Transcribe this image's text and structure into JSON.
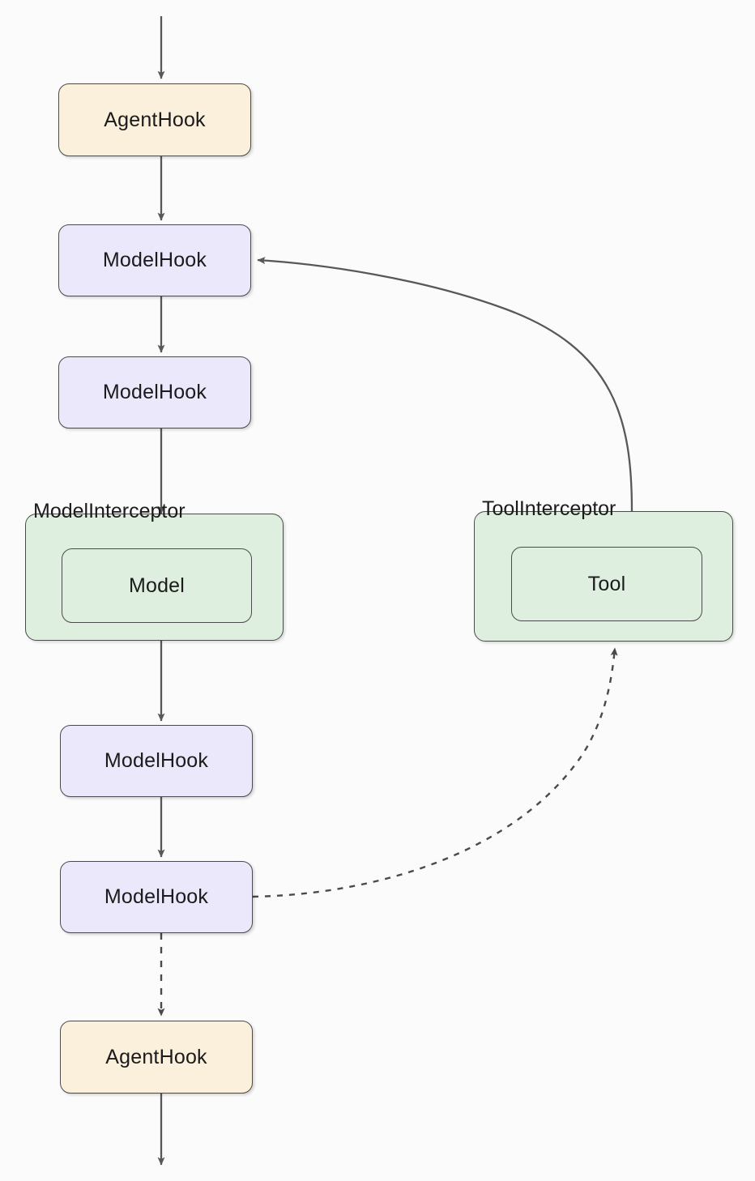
{
  "diagram": {
    "title": "Agent hook and interceptor execution flow",
    "type": "flowchart",
    "direction": "top-to-bottom",
    "background_color": "#fbfbfb"
  },
  "colors": {
    "agent_hook_fill": "#faf0dc",
    "model_hook_fill": "#ece8fb",
    "interceptor_fill": "#deefdf",
    "node_border": "#4b4b4b",
    "edge_stroke": "#58585b",
    "label_text": "#1b1b1b"
  },
  "nodes": {
    "agent_hook_top": {
      "label": "AgentHook",
      "kind": "agent-hook"
    },
    "model_hook_1": {
      "label": "ModelHook",
      "kind": "model-hook"
    },
    "model_hook_2": {
      "label": "ModelHook",
      "kind": "model-hook"
    },
    "model_interceptor": {
      "label": "ModelInterceptor",
      "kind": "interceptor"
    },
    "model": {
      "label": "Model",
      "kind": "leaf"
    },
    "tool_interceptor": {
      "label": "ToolInterceptor",
      "kind": "interceptor"
    },
    "tool": {
      "label": "Tool",
      "kind": "leaf"
    },
    "model_hook_3": {
      "label": "ModelHook",
      "kind": "model-hook"
    },
    "model_hook_4": {
      "label": "ModelHook",
      "kind": "model-hook"
    },
    "agent_hook_bottom": {
      "label": "AgentHook",
      "kind": "agent-hook"
    }
  },
  "edges": [
    {
      "id": "entry",
      "from": "",
      "to": "agent_hook_top",
      "style": "solid",
      "arrow": "end"
    },
    {
      "id": "agent-top-to-mh1",
      "from": "agent_hook_top",
      "to": "model_hook_1",
      "style": "solid",
      "arrow": "end"
    },
    {
      "id": "mh1-to-mh2",
      "from": "model_hook_1",
      "to": "model_hook_2",
      "style": "solid",
      "arrow": "end"
    },
    {
      "id": "mh2-to-model-interceptor",
      "from": "model_hook_2",
      "to": "model_interceptor",
      "style": "solid",
      "arrow": "end"
    },
    {
      "id": "model-interceptor-to-mh3",
      "from": "model_interceptor",
      "to": "model_hook_3",
      "style": "solid",
      "arrow": "end"
    },
    {
      "id": "mh3-to-mh4",
      "from": "model_hook_3",
      "to": "model_hook_4",
      "style": "solid",
      "arrow": "end"
    },
    {
      "id": "mh4-to-agent-bottom",
      "from": "model_hook_4",
      "to": "agent_hook_bottom",
      "style": "dashed",
      "arrow": "end"
    },
    {
      "id": "mh4-to-tool-interceptor",
      "from": "model_hook_4",
      "to": "tool_interceptor",
      "style": "dashed",
      "arrow": "end",
      "curved": true
    },
    {
      "id": "tool-interceptor-to-mh1",
      "from": "tool_interceptor",
      "to": "model_hook_1",
      "style": "solid",
      "arrow": "end",
      "curved": true
    },
    {
      "id": "exit",
      "from": "agent_hook_bottom",
      "to": "",
      "style": "solid",
      "arrow": "end"
    }
  ]
}
